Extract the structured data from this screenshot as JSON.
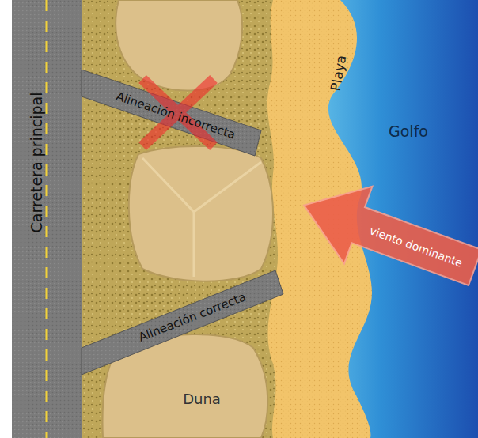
{
  "diagram": {
    "labels": [
      "Carretera principal",
      "Alineación incorrecta",
      "Playa",
      "Golfo",
      "viento dominante",
      "Alineación correcta",
      "Duna"
    ]
  }
}
